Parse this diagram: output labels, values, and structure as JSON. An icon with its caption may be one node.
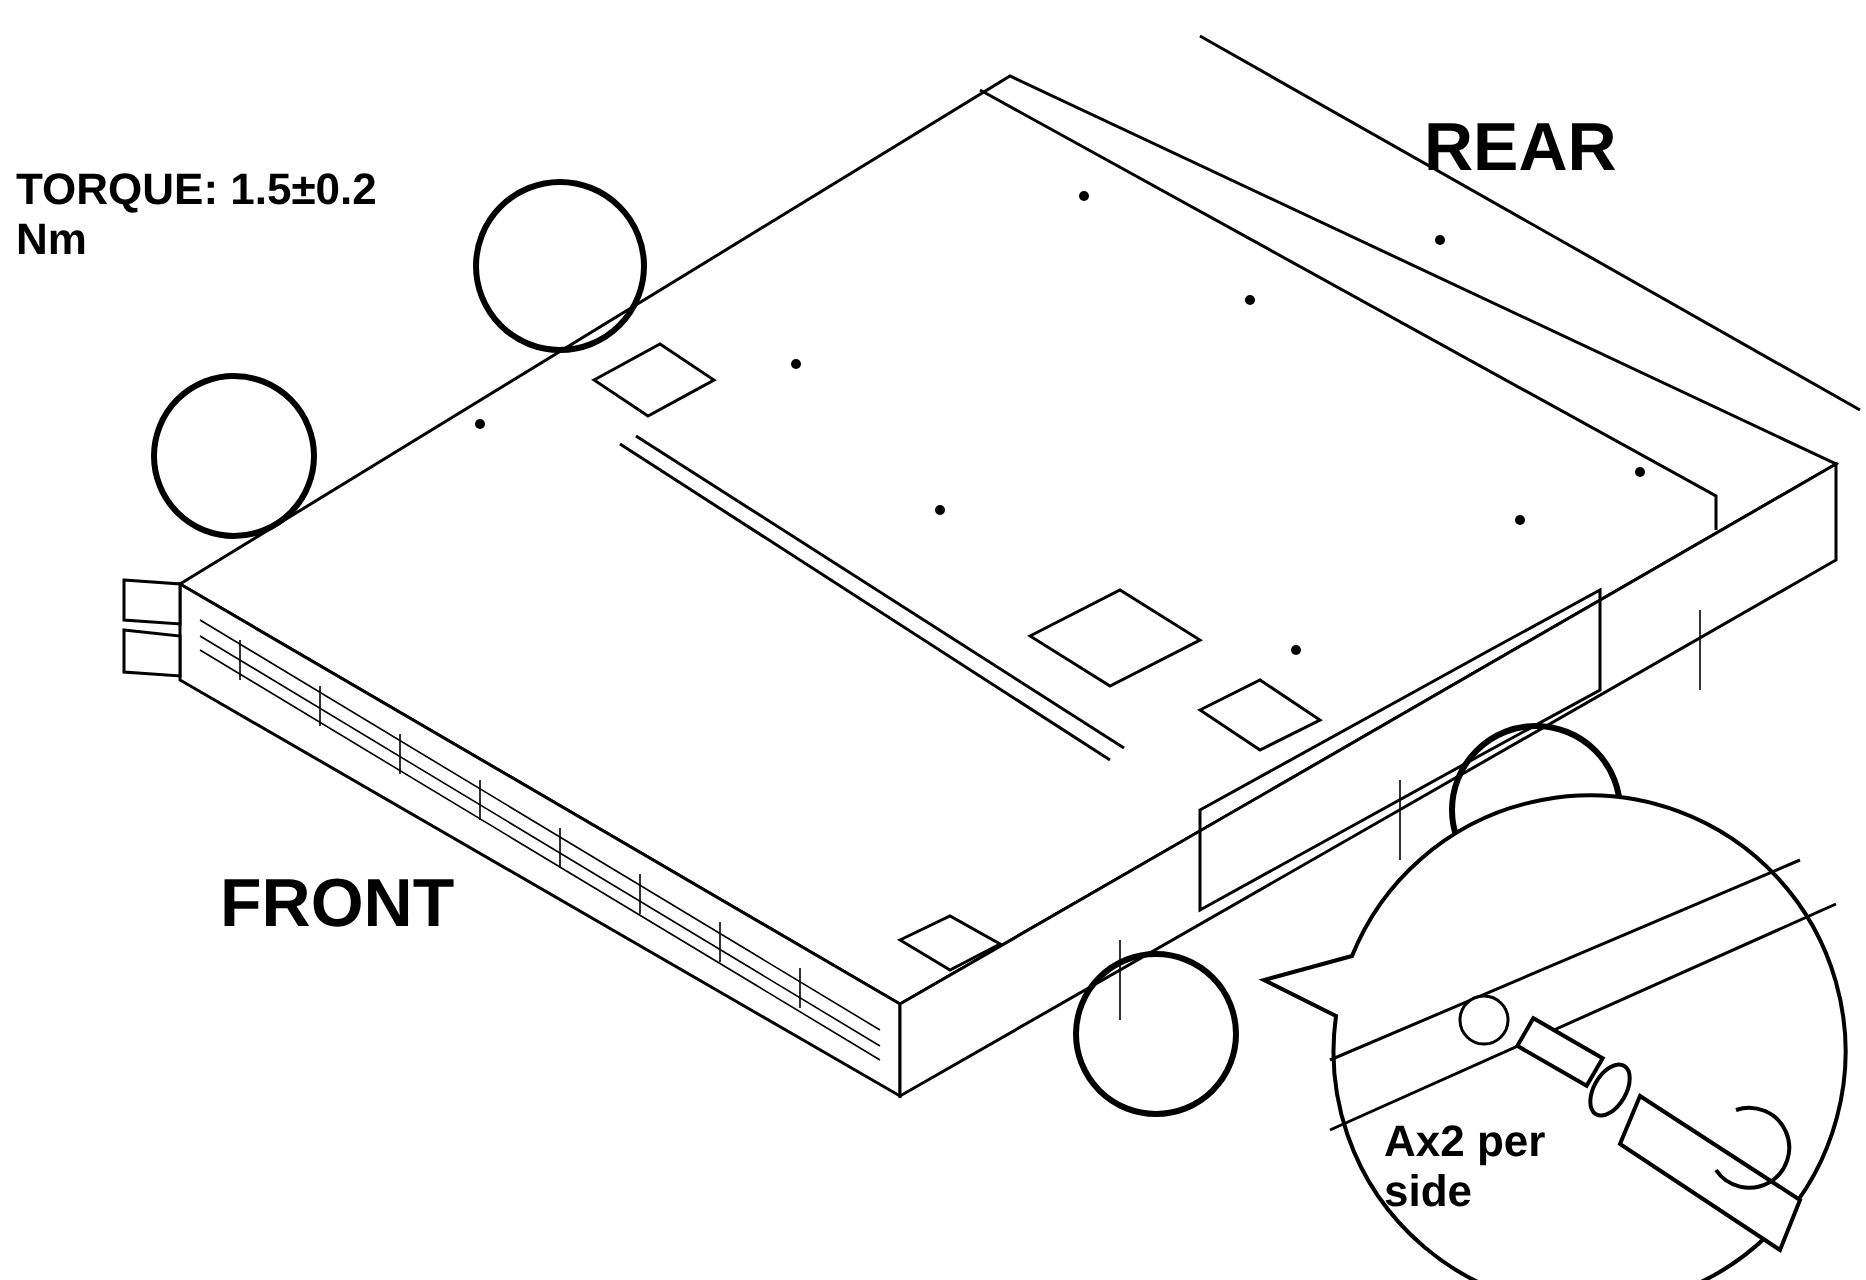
{
  "diagram": {
    "labels": [
      "TORQUE: 1.5±0.2 Nm",
      "REAR",
      "FRONT",
      "Ax2 per side"
    ]
  }
}
